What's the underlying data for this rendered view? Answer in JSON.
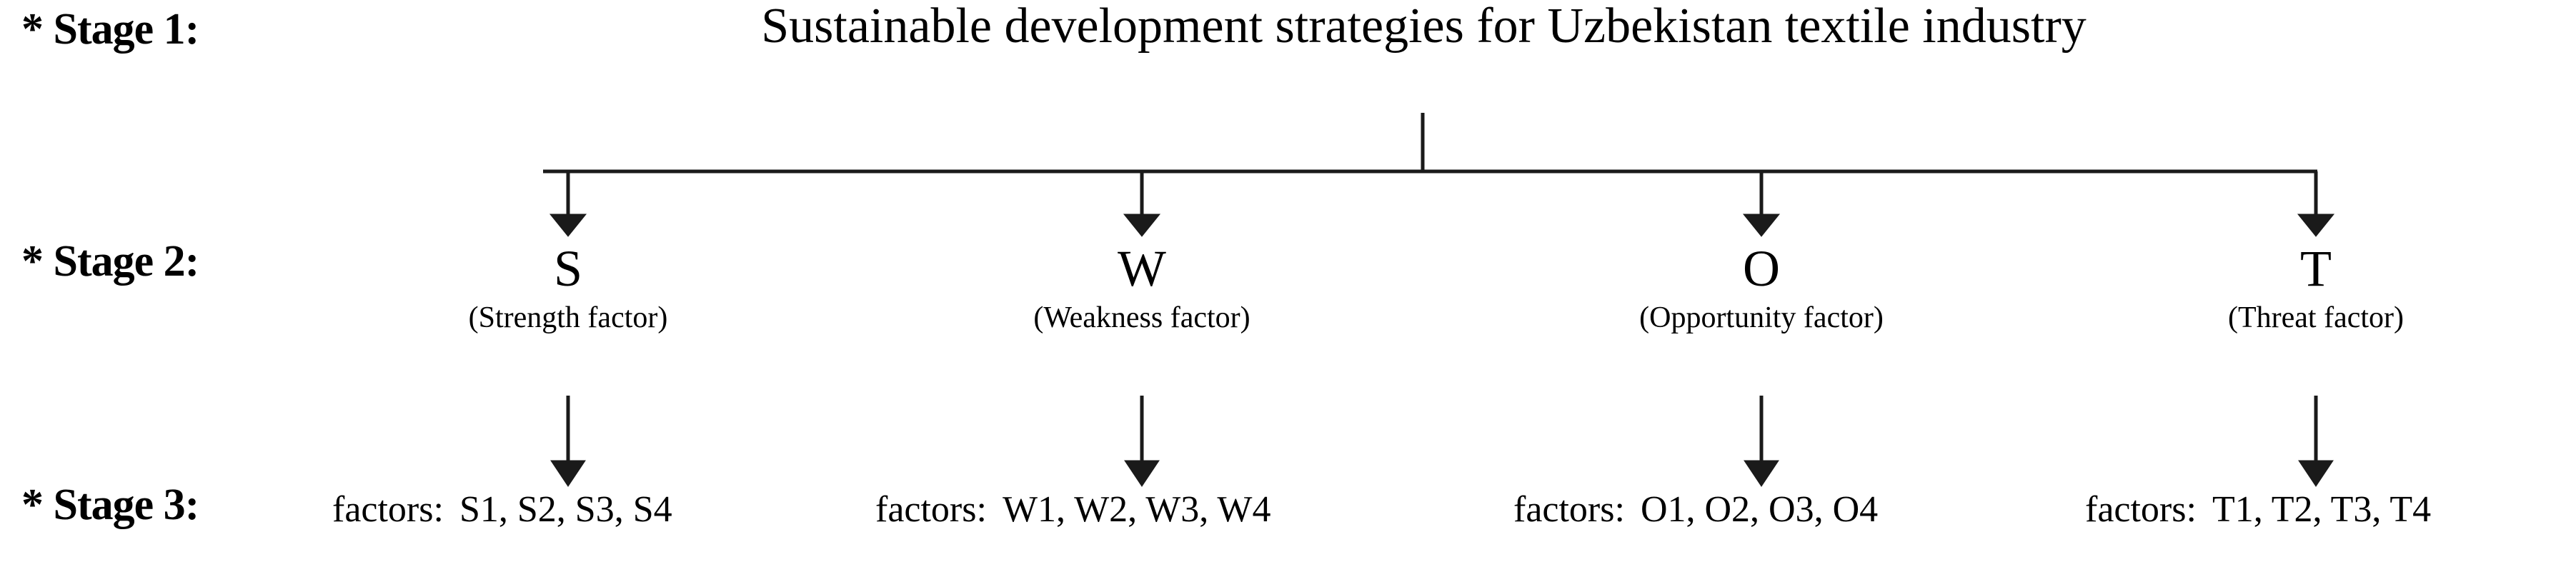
{
  "diagram": {
    "title": "Sustainable development strategies for  Uzbekistan textile industry",
    "stages": {
      "stage1_label": "* Stage 1:",
      "stage2_label": "* Stage 2:",
      "stage3_label": "* Stage 3:"
    },
    "branches": [
      {
        "key": "strength",
        "letter": "S",
        "caption": "(Strength factor)",
        "factors_label": "factors:",
        "factors_list": "S1, S2, S3, S4"
      },
      {
        "key": "weakness",
        "letter": "W",
        "caption": "(Weakness factor)",
        "factors_label": "factors:",
        "factors_list": "W1, W2, W3, W4"
      },
      {
        "key": "opportunity",
        "letter": "O",
        "caption": "(Opportunity factor)",
        "factors_label": "factors:",
        "factors_list": "O1, O2, O3, O4"
      },
      {
        "key": "threat",
        "letter": "T",
        "caption": "(Threat factor)",
        "factors_label": "factors:",
        "factors_list": "T1, T2, T3, T4"
      }
    ],
    "colors": {
      "background": "#ffffff",
      "text": "#000000",
      "connector": "#1a1a1a"
    }
  }
}
